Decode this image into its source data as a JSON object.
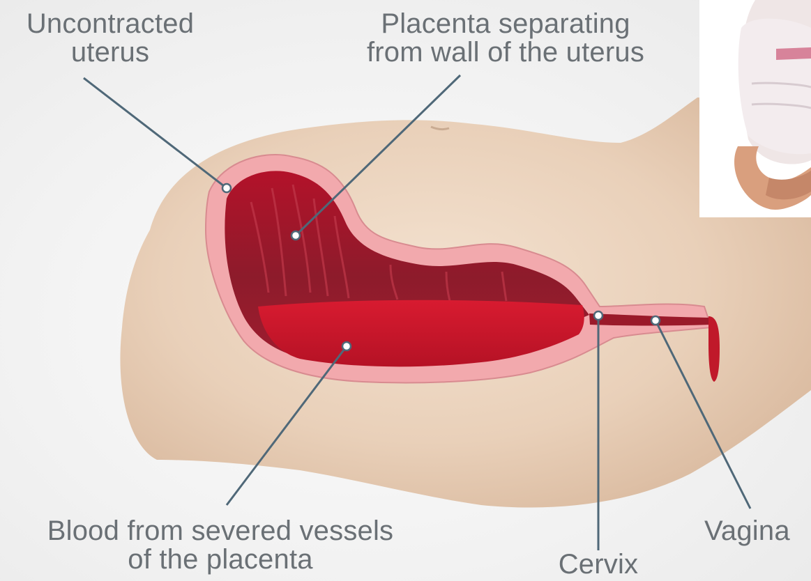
{
  "labels": {
    "uncontracted_uterus": [
      "Uncontracted",
      "uterus"
    ],
    "placenta_separating": [
      "Placenta separating",
      "from wall of the uterus"
    ],
    "blood_from_vessels": [
      "Blood from severed vessels",
      "of the placenta"
    ],
    "cervix": "Cervix",
    "vagina": "Vagina"
  },
  "colors": {
    "label_text": "#6a7075",
    "leader_line": "#4f6878",
    "skin": "#ead2bc",
    "uterus_wall": "#f0a8ac",
    "blood": "#c81728",
    "cavity": "#8e1b2a"
  }
}
